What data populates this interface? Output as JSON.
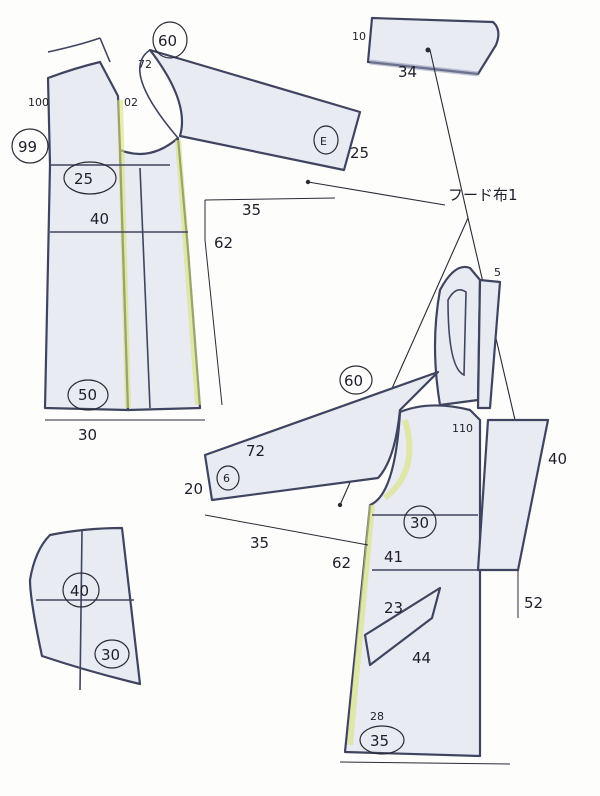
{
  "labels": {
    "hood_label": "フード布1",
    "hood_w": "34",
    "hood_h": "10",
    "back_ring1": "99",
    "back_ring2": "100",
    "back_shoulder": "72",
    "back_neck": "02",
    "back_hip": "25",
    "back_chest": "40",
    "back_hem_ring": "50",
    "back_hem": "30",
    "back_armhole_ring": "60",
    "back_sleeve_cuff": "25",
    "back_sleeve_cuff_ring": "E",
    "back_sleeve_under": "35",
    "back_length": "62",
    "front_top": "5",
    "front_shoulder": "110",
    "front_placket": "40",
    "front_sleeve_ring": "60",
    "front_sleeve_len": "72",
    "front_cuff": "20",
    "front_cuff_ring": "6",
    "front_sleeve_under": "35",
    "front_chest_ring": "30",
    "front_waist": "41",
    "front_side": "62",
    "front_side2": "52",
    "pocket_top": "23",
    "pocket_bottom": "44",
    "front_hem_ring": "35",
    "front_hem_small": "28",
    "small_piece_ring1": "40",
    "small_piece_ring2": "30"
  }
}
